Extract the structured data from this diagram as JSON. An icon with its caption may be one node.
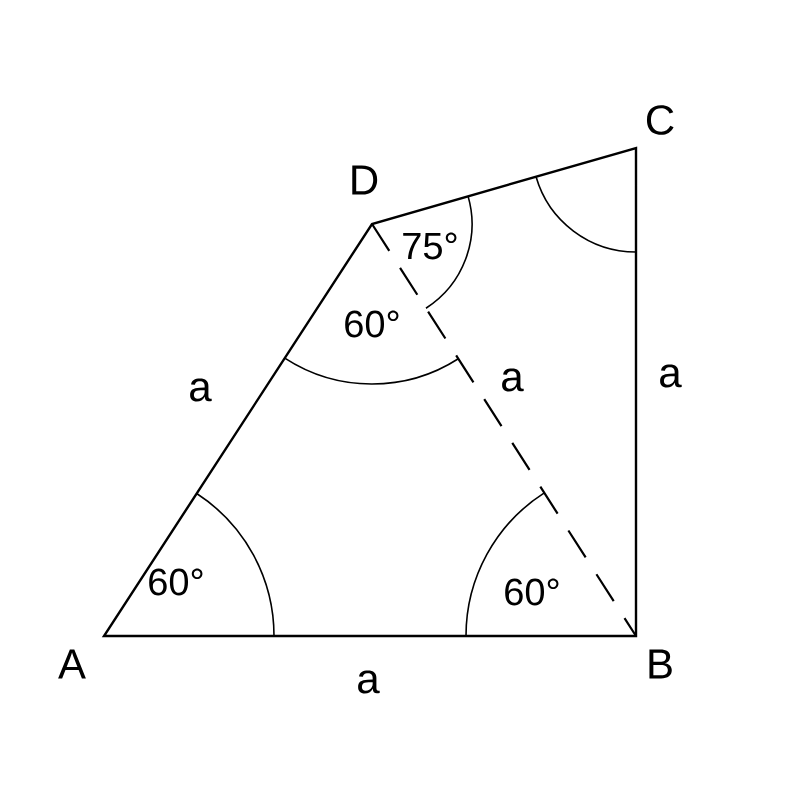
{
  "diagram": {
    "labels": [
      "C",
      "D",
      "75°",
      "60°",
      "a",
      "a",
      "a",
      "60°",
      "60°",
      "A",
      "B",
      "a"
    ]
  }
}
